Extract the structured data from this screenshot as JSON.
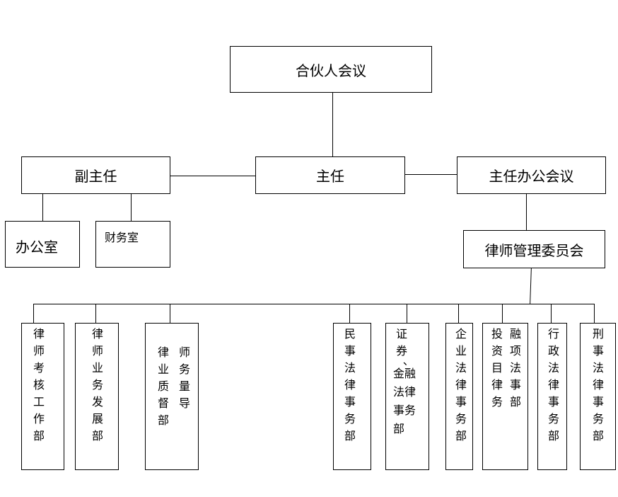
{
  "nodes": {
    "partners_meeting": "合伙人会议",
    "director": "主任",
    "deputy_director": "副主任",
    "director_office_meeting": "主任办公会议",
    "office": "办公室",
    "finance_room": "财务室",
    "lawyer_management_committee": "律师管理委员会",
    "departments": [
      {
        "col1": "律师考核工作部"
      },
      {
        "col1": "律师业务发展部"
      },
      {
        "col1": "律业质督部",
        "col2": "师务量导"
      },
      {
        "col1": "民事法律事务部"
      },
      {
        "col1": "证券、",
        "col2": "金融法律事务部"
      },
      {
        "col1": "企业法律事务部"
      },
      {
        "col1": "投资目律务",
        "col2": "融项法事部"
      },
      {
        "col1": "行政法律事务部"
      },
      {
        "col1": "刑事法律事务部"
      }
    ]
  }
}
